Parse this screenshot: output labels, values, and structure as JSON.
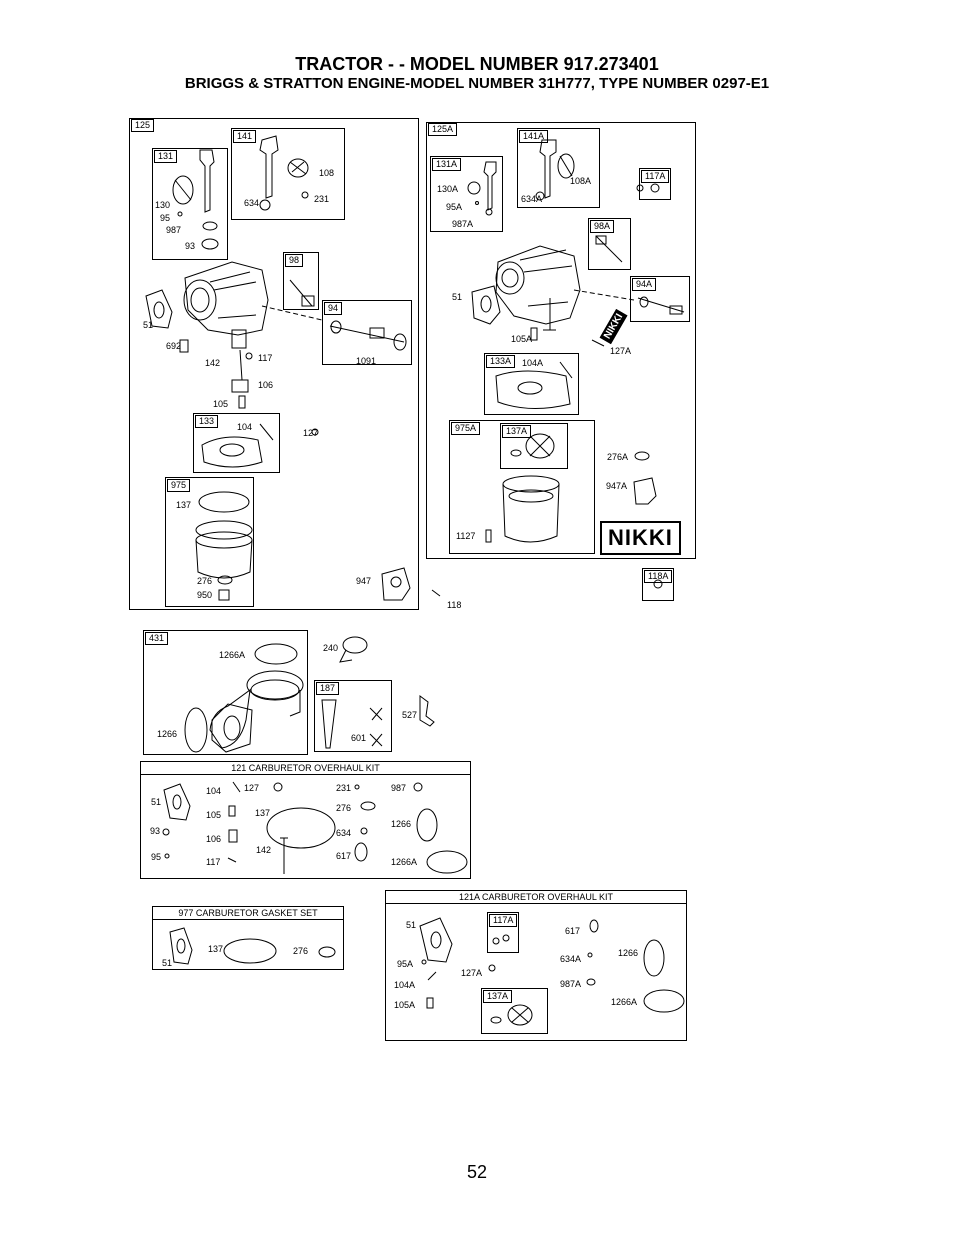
{
  "header": {
    "title": "TRACTOR - - MODEL NUMBER 917.273401",
    "subtitle": "BRIGGS & STRATTON ENGINE-MODEL NUMBER 31H777, TYPE NUMBER 0297-E1"
  },
  "left_carb": {
    "tags": [
      "125",
      "141",
      "131",
      "98",
      "94",
      "133",
      "975"
    ],
    "labels": [
      "108",
      "231",
      "634",
      "130",
      "95",
      "987",
      "93",
      "51",
      "692",
      "142",
      "117",
      "106",
      "105",
      "1091",
      "104",
      "127",
      "137",
      "276",
      "950",
      "947"
    ]
  },
  "right_carb": {
    "tags": [
      "125A",
      "141A",
      "131A",
      "117A",
      "98A",
      "94A",
      "133A",
      "975A",
      "137A",
      "118A"
    ],
    "labels": [
      "108A",
      "130A",
      "95A",
      "634A",
      "987A",
      "51",
      "105A",
      "127A",
      "104A",
      "276A",
      "947A",
      "1127",
      "118"
    ],
    "brand": "NIKKI",
    "brand_small": "NIKKI"
  },
  "lower": {
    "tags": [
      "431",
      "187"
    ],
    "labels": [
      "1266A",
      "1266",
      "240",
      "527",
      "601"
    ]
  },
  "kit121": {
    "title": "121 CARBURETOR OVERHAUL KIT",
    "labels": [
      "51",
      "104",
      "105",
      "93",
      "106",
      "95",
      "117",
      "127",
      "137",
      "142",
      "231",
      "276",
      "634",
      "617",
      "987",
      "1266",
      "1266A"
    ]
  },
  "kit977": {
    "title": "977 CARBURETOR GASKET SET",
    "labels": [
      "51",
      "137",
      "276"
    ]
  },
  "kit121A": {
    "title": "121A CARBURETOR OVERHAUL KIT",
    "tags": [
      "117A",
      "137A"
    ],
    "labels": [
      "51",
      "95A",
      "104A",
      "105A",
      "127A",
      "617",
      "634A",
      "987A",
      "1266",
      "1266A"
    ]
  },
  "page_number": "52"
}
